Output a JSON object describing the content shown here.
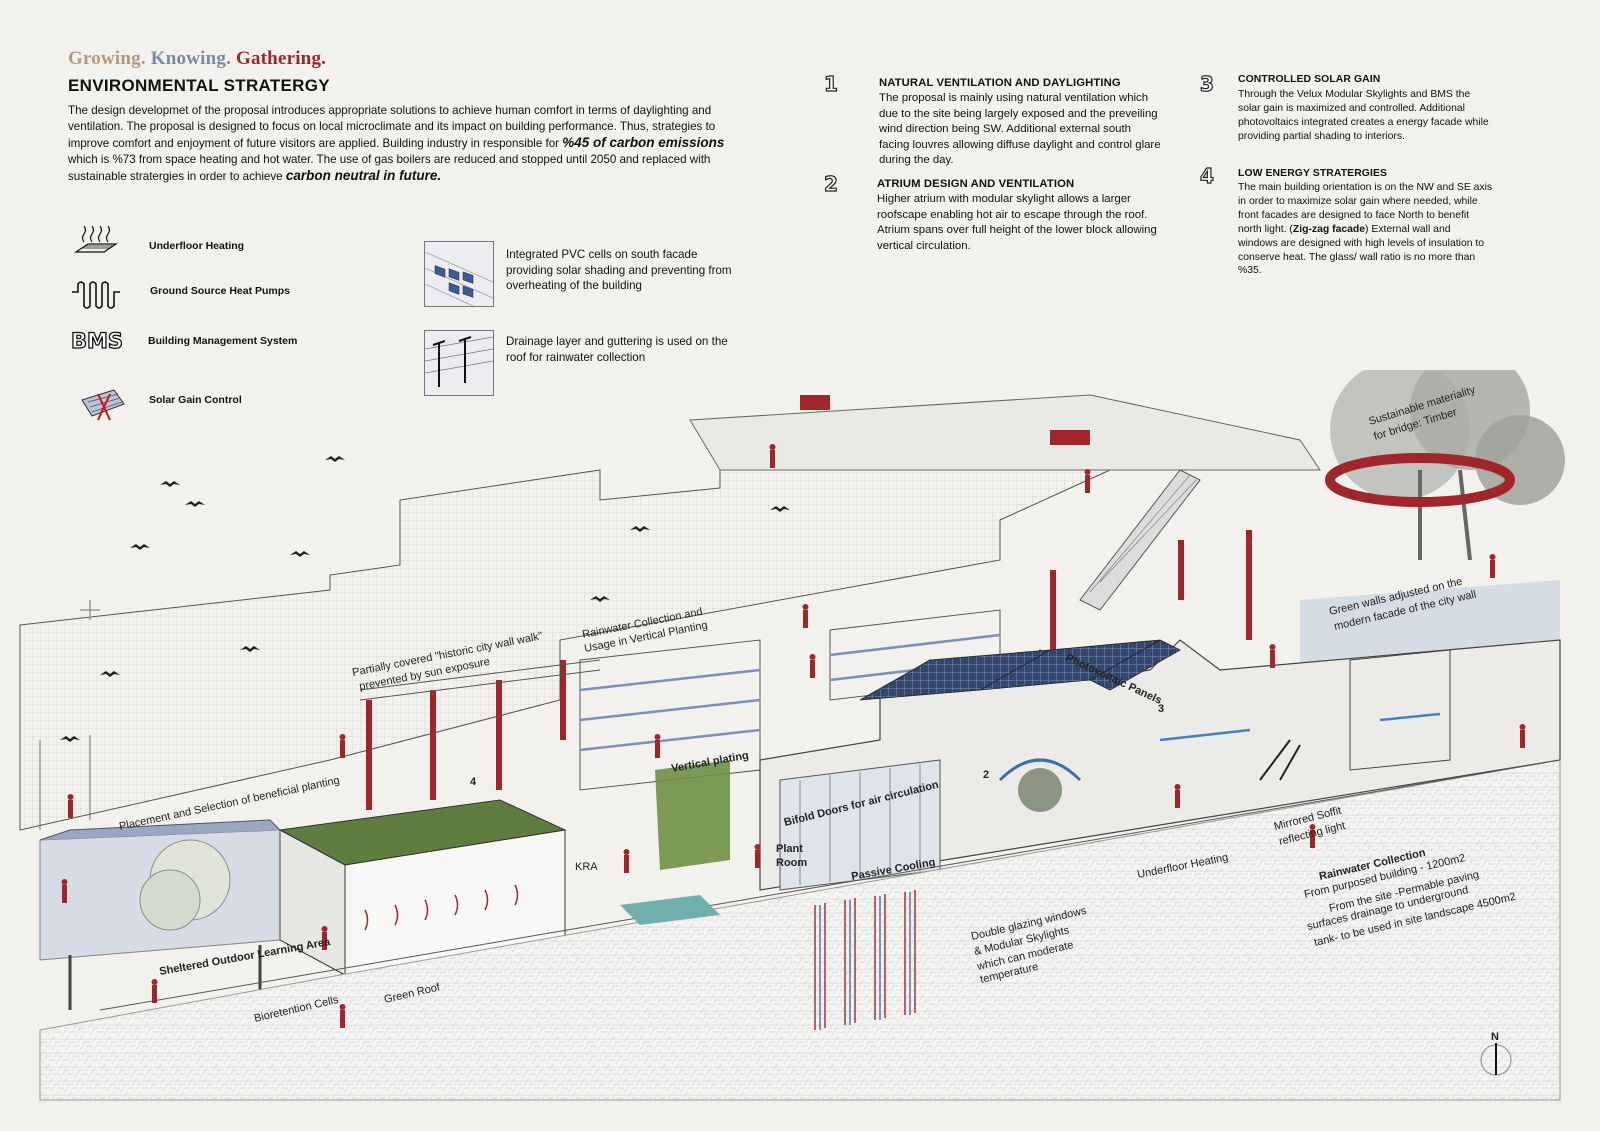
{
  "header": {
    "tagline": [
      "Growing.",
      "Knowing.",
      "Gathering."
    ],
    "title": "ENVIRONMENTAL STRATERGY",
    "intro_part1": "The design developmet of the proposal introduces appropriate solutions to achieve human comfort in terms  of daylighting and ventilation. The proposal is designed to focus on local microclimate and its impact on building performance. Thus, strategies to improve comfort and enjoyment of future visitors are applied. Building industry in responsible for ",
    "intro_emph1": "%45 of carbon emissions",
    "intro_part2": " which is  %73 from space heating and hot water. The use of gas boilers are reduced and stopped until 2050 and replaced with sustainable stratergies in order to  achieve ",
    "intro_emph2": "carbon neutral in future."
  },
  "legend": {
    "underfloor": "Underfloor Heating",
    "gshp": "Ground Source Heat Pumps",
    "bms_icon": "BMS",
    "bms": "Building Management System",
    "solar": "Solar Gain Control",
    "pvc": "Integrated PVC cells on south facade providing solar shading and preventing from overheating of the building",
    "drainage": "Drainage layer and guttering is used on the roof for rainwater collection"
  },
  "strategies": [
    {
      "number": "1",
      "title": "NATURAL VENTILATION AND DAYLIGHTING",
      "body": "The proposal is mainly using natural ventilation which due to the site being largely exposed and the preveiling wind direction being SW.  Additional external south facing louvres allowing diffuse daylight and control glare during the day."
    },
    {
      "number": "2",
      "title": "ATRIUM DESIGN AND VENTILATION",
      "body": "Higher atrium with modular skylight allows a larger roofscape enabling hot air to escape through the roof.  Atrium spans over full height of the lower block allowing vertical circulation."
    },
    {
      "number": "3",
      "title": "CONTROLLED SOLAR GAIN",
      "body": "Through the Velux Modular Skylights and BMS the solar gain is maximized and controlled. Additional photovoltaics integrated creates a energy facade while providing partial shading to interiors."
    },
    {
      "number": "4",
      "title": "LOW ENERGY STRATERGIES",
      "body_part1": "The main building orientation is on the NW and SE axis in order to maximize solar gain where needed, while front facades are designed to face North to benefit north light.  (",
      "body_bold": "Zig-zag facade",
      "body_part2": ") External wall and windows are designed with high levels of insulation to conserve heat. The glass/ wall ratio is no more than %35."
    }
  ],
  "labels": {
    "historic_walk": "Partially covered \"historic city wall walk\"",
    "historic_walk2": "prevented by sun exposure",
    "rainwater_vp": "Rainwater Collection and",
    "rainwater_vp2": "Usage in Vertical Planting",
    "timber": "Sustainable materiality",
    "timber2": "for bridge: Timber",
    "green_walls": "Green walls adjusted on the",
    "green_walls2": "modern facade of the city wall",
    "pv_panels": "Photovoltaic Panels",
    "placement": "Placement and Selection of beneficial planting",
    "vertical_plating": "Vertical plating",
    "bifold": "Bifold Doors for air circulation",
    "plant_room": "Plant",
    "plant_room2": "Room",
    "passive_cooling": "Passive Cooling",
    "underfloor_heating": "Underfloor Heating",
    "mirrored": "Mirrored Soffit",
    "mirrored2": "reflecting light",
    "rain_title": "Rainwater Collection",
    "rain1": "From purposed building - 1200m2",
    "rain2": "From the site -Permable paving",
    "rain3": "surfaces drainage to underground",
    "rain4": "tank- to be used in site landscape 4500m2",
    "double_glazing": "Double glazing windows",
    "double_glazing2": "& Modular Skylights",
    "double_glazing3": "which can moderate",
    "double_glazing4": "temperature",
    "sheltered": "Sheltered Outdoor Learning Area",
    "bioretention": "Bioretention Cells",
    "green_roof": "Green Roof",
    "kra": "KRA",
    "north": "N",
    "marker_4": "4",
    "marker_2": "2",
    "marker_3": "3"
  },
  "colors": {
    "accent_red": "#a0262c",
    "tagline_growing": "#b9977c",
    "tagline_knowing": "#7f88a3",
    "tagline_gathering": "#a0262c",
    "glass_blue": "#9fb0cc",
    "green_roof": "#5f7d3e"
  }
}
